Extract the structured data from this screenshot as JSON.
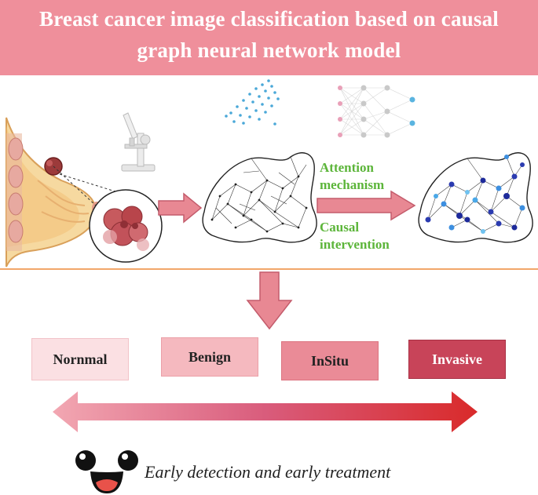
{
  "header": {
    "title_line1": "Breast cancer image classification based on causal",
    "title_line2": "graph neural network model"
  },
  "pipeline": {
    "label_attention_1": "Attention",
    "label_attention_2": "mechanism",
    "label_causal_1": "Causal",
    "label_causal_2": "intervention"
  },
  "classes": [
    {
      "label": "Nornmal",
      "color": "#fbe0e3",
      "text_color": "#222222"
    },
    {
      "label": "Benign",
      "color": "#f5b9bf",
      "text_color": "#222222"
    },
    {
      "label": "InSitu",
      "color": "#ea8b97",
      "text_color": "#222222"
    },
    {
      "label": "Invasive",
      "color": "#c84459",
      "text_color": "#ffffff"
    }
  ],
  "footer": {
    "tagline": "Early detection and early treatment"
  },
  "colors": {
    "banner": "#ef8f9b",
    "arrow": "#e88893",
    "label_green": "#5cb53a",
    "divider": "#f2a66a"
  },
  "icons": [
    "breast-anatomy-icon",
    "tumor-cells-icon",
    "microscope-icon",
    "point-cloud-icon",
    "neural-network-icon",
    "graph-mesh-icon",
    "attention-graph-icon",
    "smiley-face-icon"
  ]
}
